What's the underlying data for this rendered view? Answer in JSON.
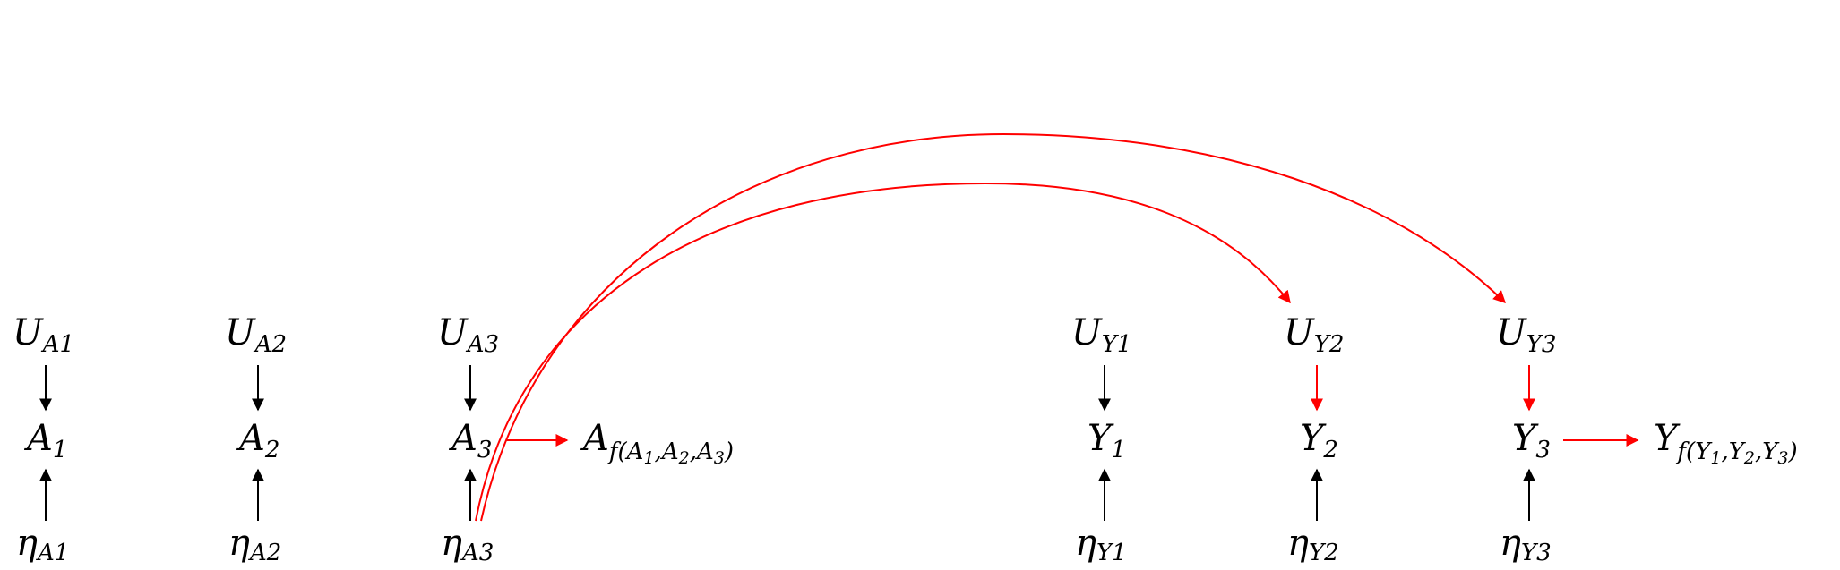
{
  "colors": {
    "black": "#000000",
    "red": "#ff0000"
  },
  "nodes": {
    "u_a1": {
      "base": "U",
      "sub": "A1"
    },
    "u_a2": {
      "base": "U",
      "sub": "A2"
    },
    "u_a3": {
      "base": "U",
      "sub": "A3"
    },
    "u_y1": {
      "base": "U",
      "sub": "Y1"
    },
    "u_y2": {
      "base": "U",
      "sub": "Y2"
    },
    "u_y3": {
      "base": "U",
      "sub": "Y3"
    },
    "a1": {
      "base": "A",
      "sub": "1"
    },
    "a2": {
      "base": "A",
      "sub": "2"
    },
    "a3": {
      "base": "A",
      "sub": "3"
    },
    "y1": {
      "base": "Y",
      "sub": "1"
    },
    "y2": {
      "base": "Y",
      "sub": "2"
    },
    "y3": {
      "base": "Y",
      "sub": "3"
    },
    "eta_a1": {
      "base": "η",
      "sub": "A1"
    },
    "eta_a2": {
      "base": "η",
      "sub": "A2"
    },
    "eta_a3": {
      "base": "η",
      "sub": "A3"
    },
    "eta_y1": {
      "base": "η",
      "sub": "Y1"
    },
    "eta_y2": {
      "base": "η",
      "sub": "Y2"
    },
    "eta_y3": {
      "base": "η",
      "sub": "Y3"
    },
    "a_f": {
      "base": "A",
      "sub_open": "f(",
      "s1": "A",
      "i1": "1",
      "c1": ",",
      "s2": "A",
      "i2": "2",
      "c2": ",",
      "s3": "A",
      "i3": "3",
      "sub_close": ")"
    },
    "y_f": {
      "base": "Y",
      "sub_open": "f(",
      "s1": "Y",
      "i1": "1",
      "c1": ",",
      "s2": "Y",
      "i2": "2",
      "c2": ",",
      "s3": "Y",
      "i3": "3",
      "sub_close": ")"
    }
  },
  "edges": [
    {
      "from": "U_A1",
      "to": "A1",
      "color": "black"
    },
    {
      "from": "U_A2",
      "to": "A2",
      "color": "black"
    },
    {
      "from": "U_A3",
      "to": "A3",
      "color": "black"
    },
    {
      "from": "U_Y1",
      "to": "Y1",
      "color": "black"
    },
    {
      "from": "U_Y2",
      "to": "Y2",
      "color": "red"
    },
    {
      "from": "U_Y3",
      "to": "Y3",
      "color": "red"
    },
    {
      "from": "η_A1",
      "to": "A1",
      "color": "black"
    },
    {
      "from": "η_A2",
      "to": "A2",
      "color": "black"
    },
    {
      "from": "η_A3",
      "to": "A3",
      "color": "black"
    },
    {
      "from": "η_Y1",
      "to": "Y1",
      "color": "black"
    },
    {
      "from": "η_Y2",
      "to": "Y2",
      "color": "black"
    },
    {
      "from": "η_Y3",
      "to": "Y3",
      "color": "black"
    },
    {
      "from": "A3",
      "to": "A_f(A1,A2,A3)",
      "color": "red"
    },
    {
      "from": "Y3",
      "to": "Y_f(Y1,Y2,Y3)",
      "color": "red"
    },
    {
      "from": "η_A3",
      "to": "U_Y2",
      "color": "red"
    },
    {
      "from": "η_A3",
      "to": "U_Y3",
      "color": "red"
    }
  ]
}
